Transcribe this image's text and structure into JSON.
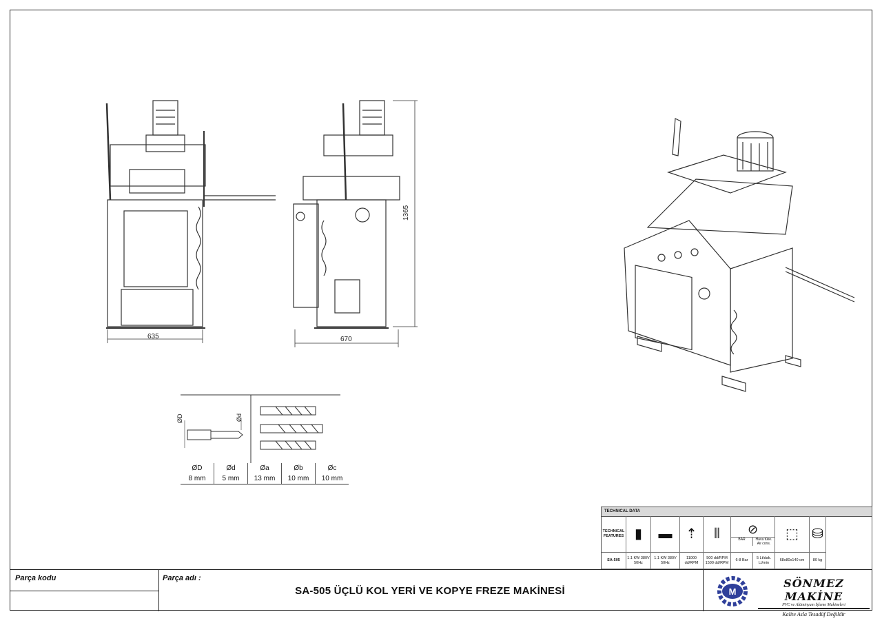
{
  "dimensions": {
    "front_width": "635",
    "side_width": "670",
    "height": "1365"
  },
  "drill_table": {
    "headers": [
      "ØD",
      "Ød",
      "Øa",
      "Øb",
      "Øc"
    ],
    "values": [
      "8 mm",
      "5 mm",
      "13 mm",
      "10 mm",
      "10 mm"
    ],
    "diagram_labels": [
      "ØD",
      "Ød"
    ]
  },
  "technical_data": {
    "title": "TECHNICAL DATA",
    "row_label": "TECHNICAL FEATURES",
    "model": "SA-505",
    "pressure_header": "BAR",
    "air_header": "Hava tüke. Air cons.",
    "specs": {
      "motor_power": "1.1 KW 380V 50Hz",
      "motor2_power": "1.1 KW 380V 50Hz",
      "spindle_speed": "11000 dd/RPM",
      "rpm_range": "500 dd/RPM 1500 dd/RPM",
      "pressure": "6-8 Bar",
      "air_consumption": "5 Lt/dak. Lt/min",
      "size": "68x80x140 cm",
      "weight": "80 kg"
    },
    "icons": [
      "motor-icon",
      "motor-side-icon",
      "spindle-icon",
      "drill-bits-icon",
      "gauge-icon",
      "dimensions-icon",
      "weight-icon"
    ]
  },
  "title_block": {
    "part_code_label": "Parça kodu",
    "part_name_label": "Parça adı :",
    "title": "SA-505 ÜÇLÜ KOL YERİ VE KOPYE FREZE MAKİNESİ"
  },
  "brand": {
    "name": "SÖNMEZ MAKİNE",
    "subtitle": "PVC ve Alüminyum İşleme Makineleri",
    "slogan": "Kalite Asla Tesadüf Değildir"
  }
}
